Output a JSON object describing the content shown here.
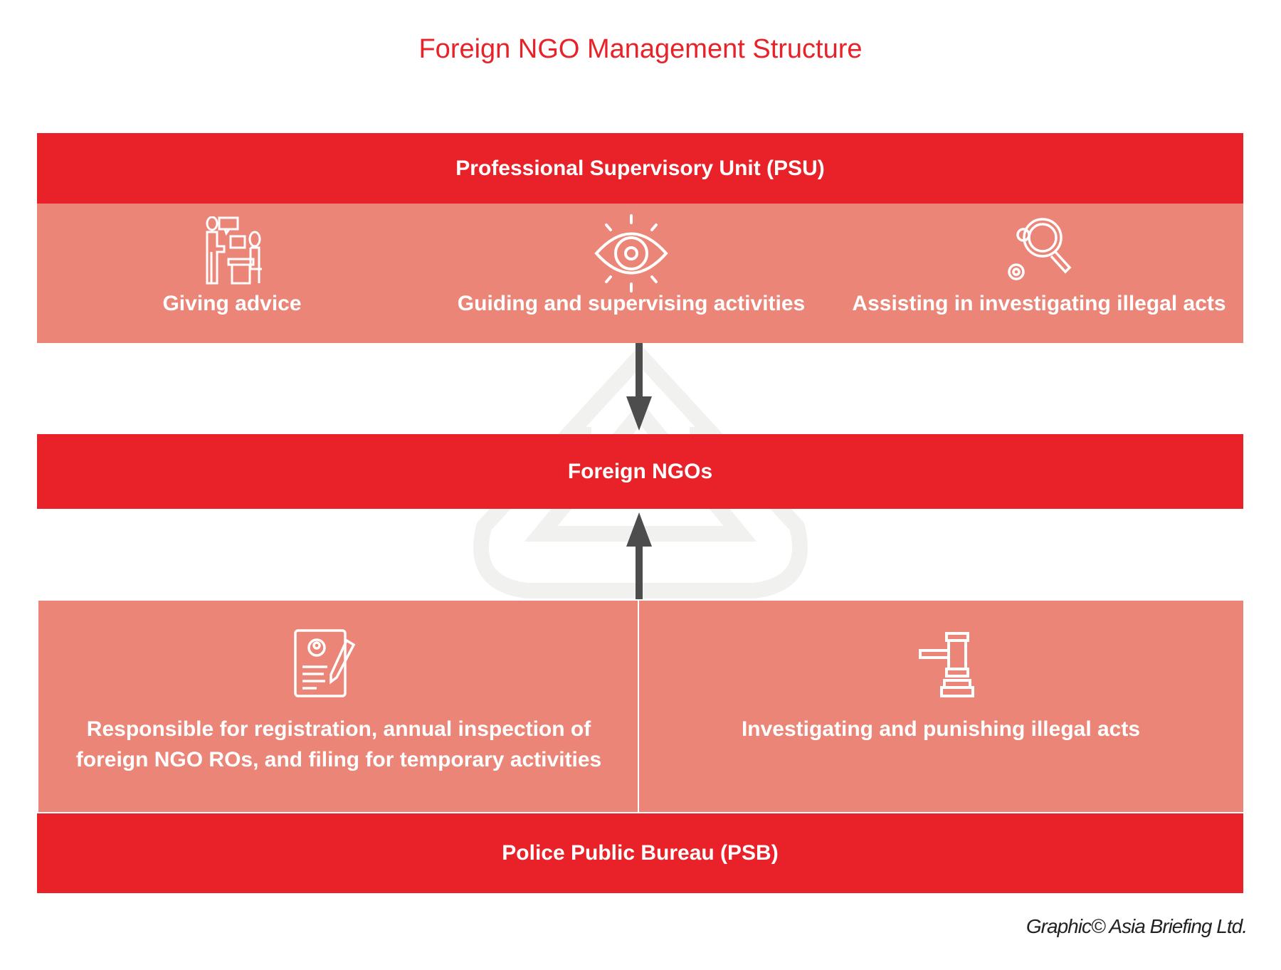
{
  "title": "Foreign NGO Management Structure",
  "psu": {
    "label": "Professional Supervisory Unit (PSU)",
    "items": [
      {
        "label": "Giving advice",
        "icon": "consultation-icon"
      },
      {
        "label": "Guiding and supervising activities",
        "icon": "eye-icon"
      },
      {
        "label": "Assisting in investigating illegal acts",
        "icon": "magnifier-gear-icon"
      }
    ]
  },
  "ngo": {
    "label": "Foreign NGOs"
  },
  "psb": {
    "label": "Police Public Bureau (PSB)",
    "items": [
      {
        "line1": "Responsible for registration, annual inspection of",
        "line2": "foreign NGO ROs, and filing for temporary activities",
        "icon": "document-pen-icon"
      },
      {
        "label": "Investigating and punishing illegal acts",
        "icon": "gavel-icon"
      }
    ]
  },
  "footer": "Graphic© Asia Briefing Ltd.",
  "colors": {
    "red": "#E92128",
    "pink": "#EB8577",
    "arrow": "#4D4D4D"
  }
}
